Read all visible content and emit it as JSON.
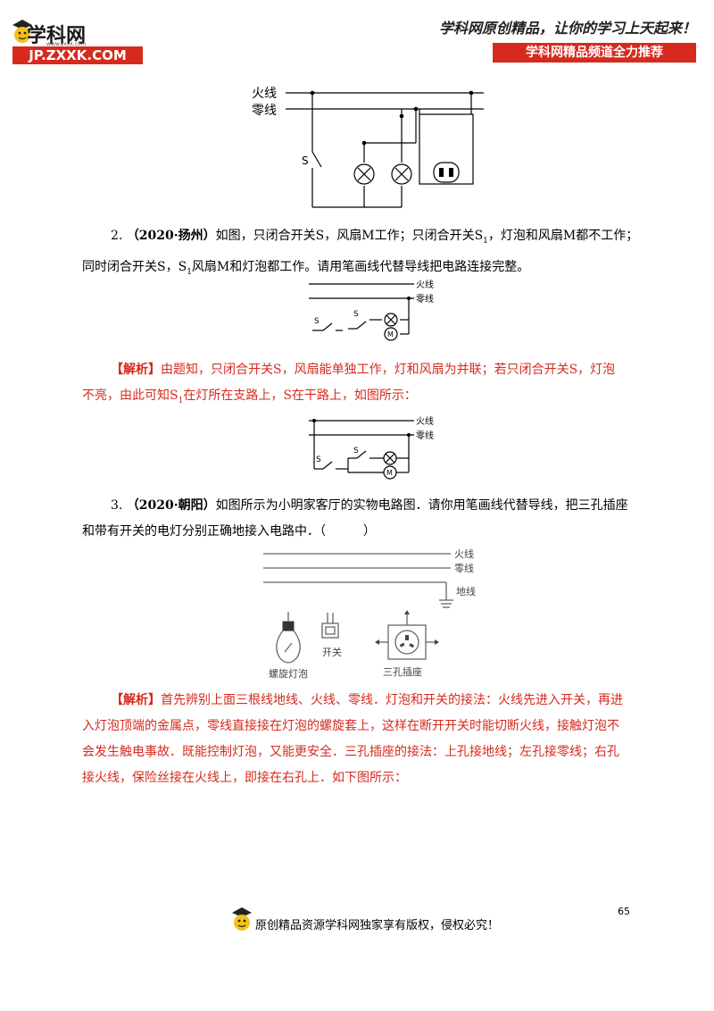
{
  "header": {
    "logo_text": "学科网",
    "logo_url": "www.zxxk.com",
    "logo_domain": "JP.ZXXK.COM",
    "slogan": "学科网原创精品，让你的学习上天起来！",
    "banner": "学科网精品频道全力推荐"
  },
  "figure1": {
    "live": "火线",
    "neutral": "零线",
    "switch": "S"
  },
  "q2": {
    "num": "2.",
    "source": "（2020·扬州）",
    "line1_a": "如图，只闭合开关S，风扇M工作；只闭合开关S",
    "line1_sub": "1",
    "line1_b": "，灯泡和风扇M都不工作；",
    "line2_a": "同时闭合开关S，S",
    "line2_sub": "1",
    "line2_b": "风扇M和灯泡都工作。请用笔画线代替导线把电路连接完整。",
    "fig": {
      "live": "火线",
      "neutral": "零线",
      "s": "S",
      "s1": "S",
      "s1_sub": "1",
      "lamp": "⊗",
      "motor": "M"
    }
  },
  "a2": {
    "tag": "【解析】",
    "line1": "由题知，只闭合开关S，风扇能单独工作，灯和风扇为并联；若只闭合开关S，灯泡",
    "line2_a": "不亮，由此可知S",
    "line2_sub": "1",
    "line2_b": "在灯所在支路上，S在干路上，如图所示：",
    "fig": {
      "live": "火线",
      "neutral": "零线",
      "s": "S",
      "s1": "S",
      "s1_sub": "1",
      "motor": "M"
    }
  },
  "q3": {
    "num": "3.",
    "source": "（2020·朝阳）",
    "line1": "如图所示为小明家客厅的实物电路图．请你用笔画线代替导线，把三孔插座",
    "line2": "和带有开关的电灯分别正确地接入电路中．（　　　）",
    "fig": {
      "live": "火线",
      "neutral": "零线",
      "ground": "地线",
      "bulb": "螺旋灯泡",
      "switch": "开关",
      "socket": "三孔插座"
    }
  },
  "a3": {
    "tag": "【解析】",
    "line1": "首先辨别上面三根线地线、火线、零线．灯泡和开关的接法：火线先进入开关，再进",
    "line2": "入灯泡顶端的金属点，零线直接接在灯泡的螺旋套上，这样在断开开关时能切断火线，接触灯泡不",
    "line3": "会发生触电事故．既能控制灯泡，又能更安全．三孔插座的接法：上孔接地线；左孔接零线；右孔",
    "line4": "接火线，保险丝接在火线上，即接在右孔上．如下图所示："
  },
  "footer": {
    "page": "65",
    "copyright": "原创精品资源学科网独家享有版权，侵权必究！"
  }
}
